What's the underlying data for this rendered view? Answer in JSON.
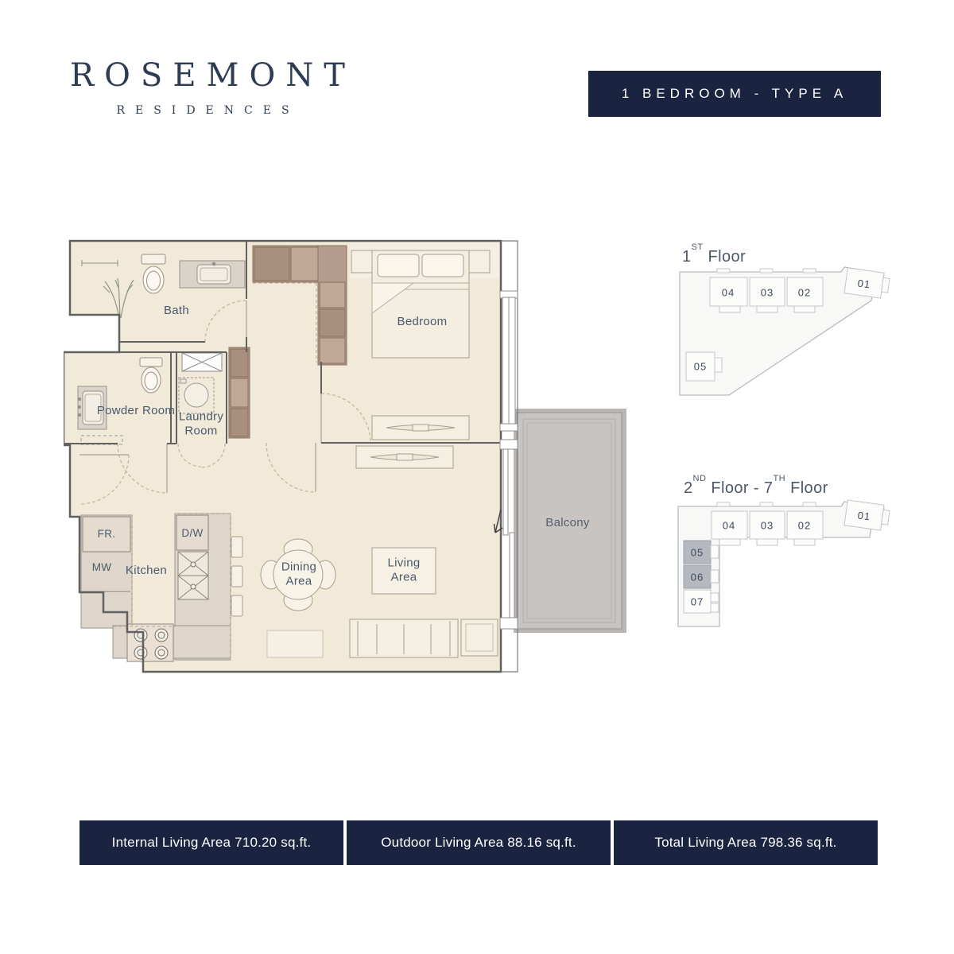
{
  "brand": {
    "name": "ROSEMONT",
    "subtitle": "RESIDENCES"
  },
  "unit_banner": {
    "label": "1 BEDROOM - TYPE A"
  },
  "floor_plan": {
    "rooms": {
      "bath": "Bath",
      "bedroom": "Bedroom",
      "powder_room": "Powder Room",
      "laundry_room": "Laundry Room",
      "kitchen": "Kitchen",
      "dining_area": "Dining Area",
      "living_area": "Living Area",
      "balcony": "Balcony"
    },
    "appliances": {
      "fridge": "FR.",
      "microwave": "MW",
      "dishwasher": "D/W"
    }
  },
  "key_plans": [
    {
      "title_parts": [
        {
          "text": "1"
        },
        {
          "sup": "ST"
        },
        {
          "text": " Floor"
        }
      ],
      "units": [
        "04",
        "03",
        "02",
        "01",
        "05"
      ],
      "highlighted_units": []
    },
    {
      "title_parts": [
        {
          "text": "2"
        },
        {
          "sup": "ND"
        },
        {
          "text": " Floor - 7"
        },
        {
          "sup": "TH"
        },
        {
          "text": " Floor"
        }
      ],
      "units": [
        "04",
        "03",
        "02",
        "01",
        "05",
        "06",
        "07"
      ],
      "highlighted_units": [
        "05",
        "06"
      ]
    }
  ],
  "area_summary": [
    {
      "label": "Internal Living Area 710.20 sq.ft."
    },
    {
      "label": "Outdoor Living Area 88.16 sq.ft."
    },
    {
      "label": "Total Living Area 798.36  sq.ft."
    }
  ],
  "colors": {
    "brand_navy": "#1a2340",
    "logo_navy": "#2d3c52",
    "plan_label_blue": "#4a5a6e",
    "balcony_gray": "#c8c4c1",
    "cabinet_brown": "#b59d8d",
    "counter_gray": "#ded6ca",
    "floor_cream": "#f1ead9",
    "keyplan_highlight": "#b5b9bf"
  }
}
